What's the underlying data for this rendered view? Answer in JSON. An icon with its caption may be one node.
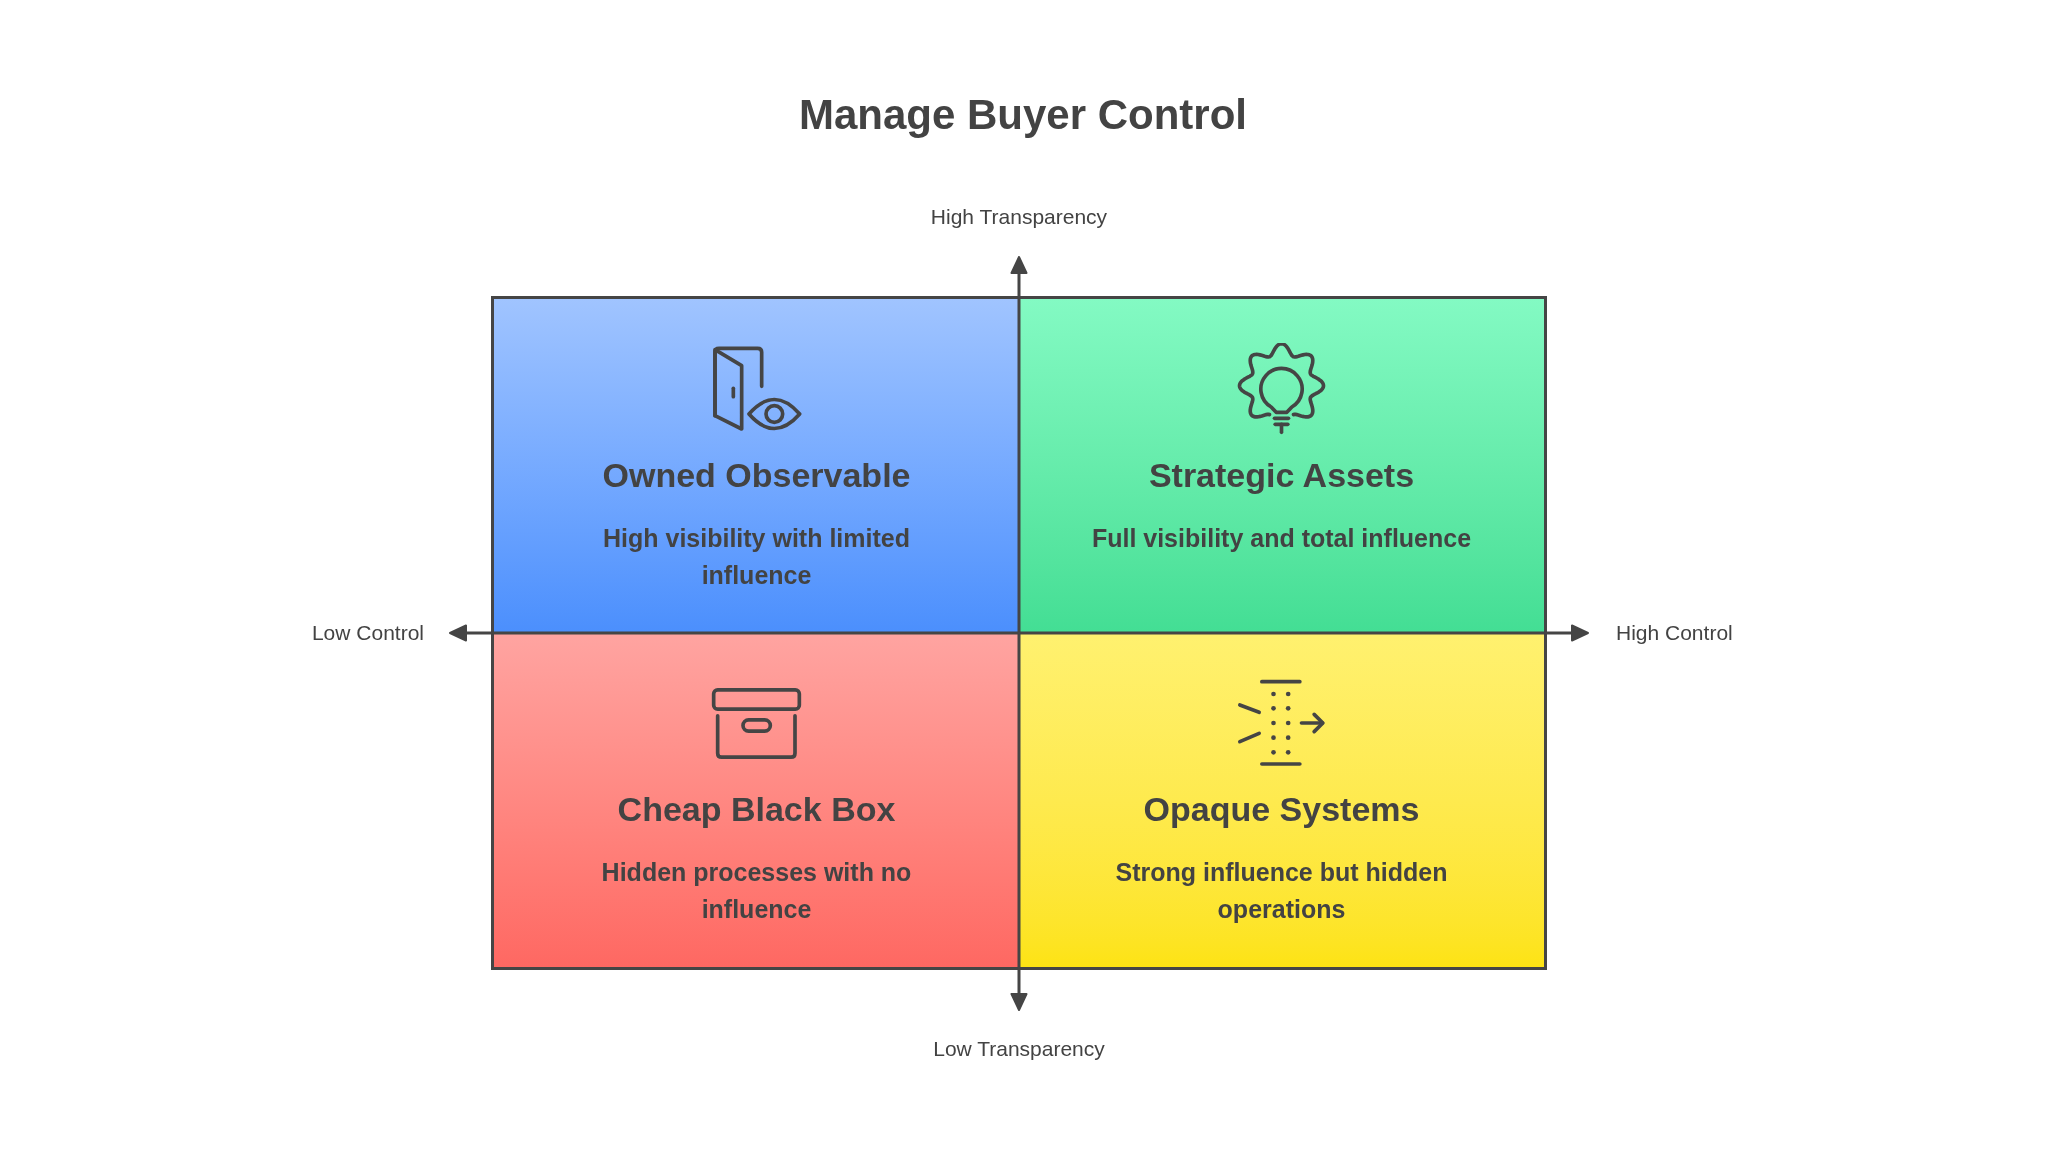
{
  "diagram": {
    "title": "Manage Buyer Control",
    "nodes": [
      {
        "text": [
          "Owned Observable",
          "High visibility with limited influence"
        ]
      },
      {
        "text": [
          "Strategic Assets",
          "Full visibility and total influence"
        ]
      },
      {
        "text": [
          "Cheap Black Box",
          "Hidden processes with no influence"
        ]
      },
      {
        "text": [
          "Opaque Systems",
          "Strong influence but hidden operations"
        ]
      }
    ],
    "labels": [
      "High Transparency",
      "Low Control",
      "High Control",
      "Low Transparency"
    ]
  }
}
